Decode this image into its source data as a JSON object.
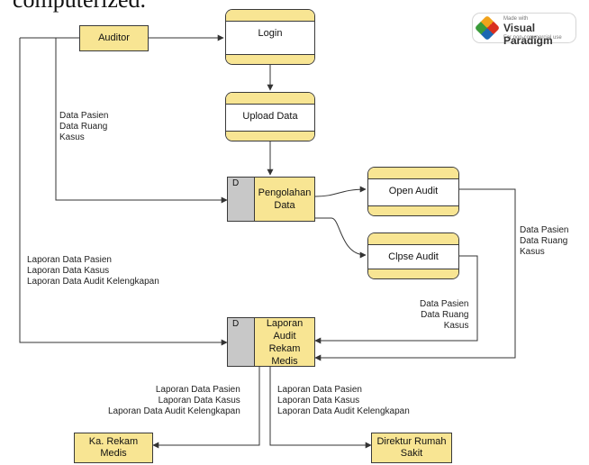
{
  "header": {
    "top_text": "computerized."
  },
  "badge": {
    "made": "Made with",
    "brand": "Visual Paradigm",
    "note": "For non-commercial use"
  },
  "entities": {
    "auditor": "Auditor",
    "ka_rekam": "Ka. Rekam Medis",
    "direktur": "Direktur Rumah Sakit"
  },
  "processes": {
    "login": "Login",
    "upload": "Upload Data",
    "open_audit": "Open Audit",
    "close_audit": "Clpse Audit"
  },
  "stores": {
    "pengolahan": {
      "id": "D",
      "label": "Pengolahan Data"
    },
    "laporan": {
      "id": "D",
      "label": "Laporan Audit Rekam Medis"
    }
  },
  "flows": {
    "auditor_data": [
      "Data Pasien",
      "Data Ruang",
      "Kasus"
    ],
    "open_data": [
      "Data Pasien",
      "Data Ruang",
      "Kasus"
    ],
    "close_data": [
      "Data Pasien",
      "Data Ruang",
      "Kasus"
    ],
    "reports_left": [
      "Laporan Data Pasien",
      "Laporan Data Kasus",
      "Laporan Data Audit Kelengkapan"
    ],
    "to_ka": [
      "Laporan Data Pasien",
      "Laporan Data Kasus",
      "Laporan Data Audit Kelengkapan"
    ],
    "to_direktur": [
      "Laporan Data Pasien",
      "Laporan Data Kasus",
      "Laporan Data Audit Kelengkapan"
    ]
  }
}
